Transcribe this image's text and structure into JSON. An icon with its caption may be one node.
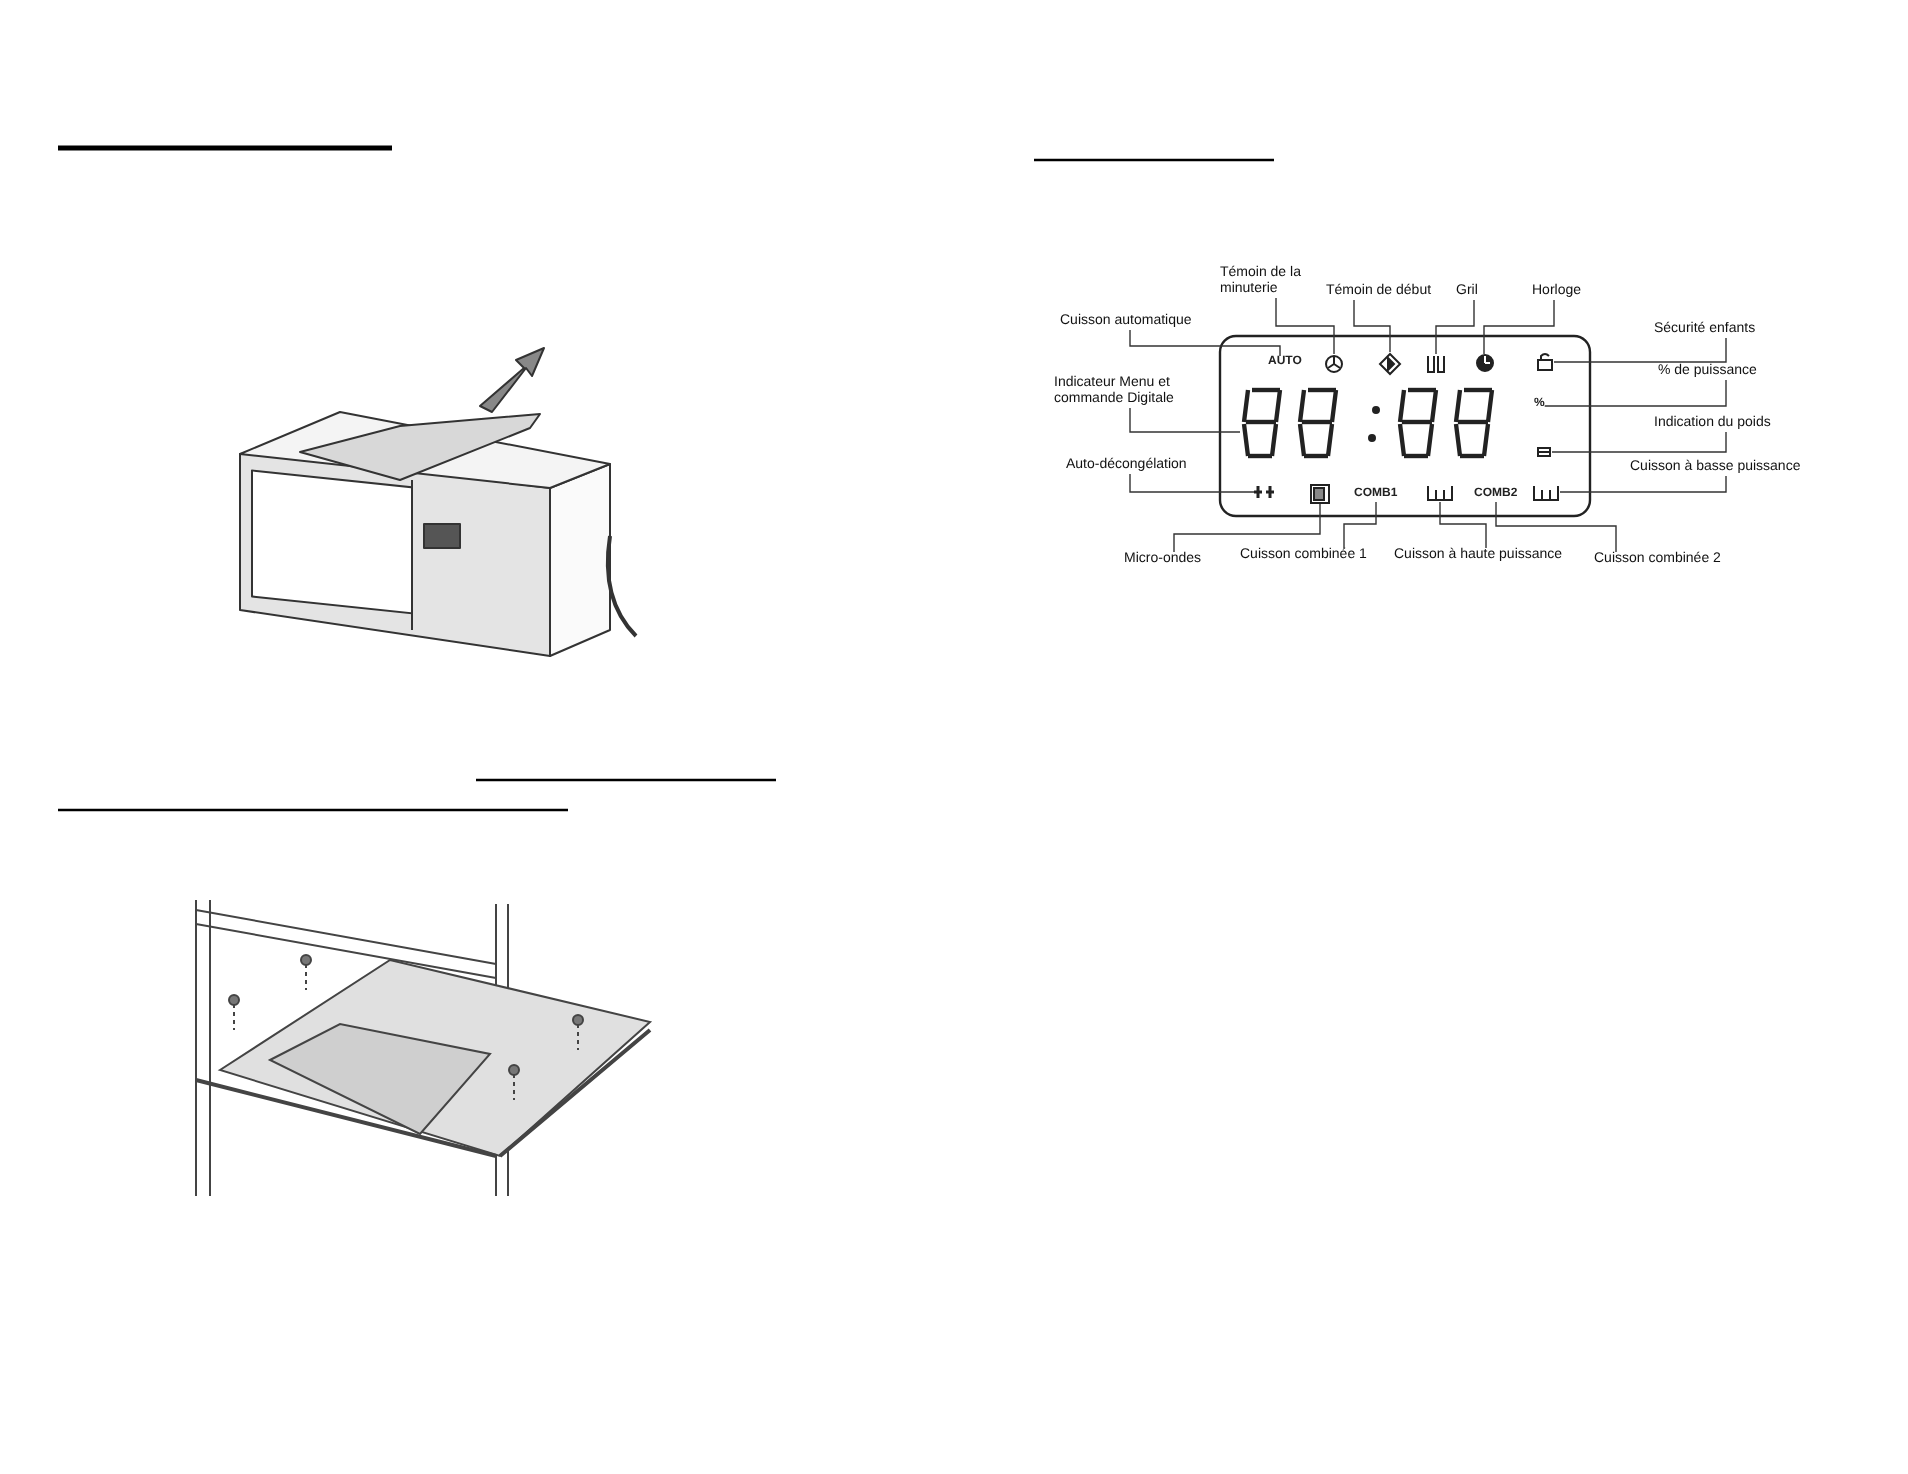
{
  "diagram": {
    "nodes": [
      {
        "text": [
          "Témoin de la minuterie"
        ]
      },
      {
        "text": [
          "Témoin de début"
        ]
      },
      {
        "text": [
          "Gril"
        ]
      },
      {
        "text": [
          "Horloge"
        ]
      },
      {
        "text": [
          "Cuisson automatique"
        ]
      },
      {
        "text": [
          "Sécurité enfants"
        ]
      },
      {
        "text": [
          "% de puissance"
        ]
      },
      {
        "text": [
          "Indicateur Menu et commande Digitale"
        ]
      },
      {
        "text": [
          "Indication du poids"
        ]
      },
      {
        "text": [
          "Auto-décongélation"
        ]
      },
      {
        "text": [
          "Cuisson à basse puissance"
        ]
      },
      {
        "text": [
          "Micro-ondes"
        ]
      },
      {
        "text": [
          "Cuisson combinée 1"
        ]
      },
      {
        "text": [
          "Cuisson à haute puissance"
        ]
      },
      {
        "text": [
          "Cuisson combinée 2"
        ]
      },
      {
        "text": [
          "AUTO"
        ]
      },
      {
        "text": [],
        "shape": "circle"
      },
      {
        "text": [],
        "shape": "diamond"
      },
      {
        "text": [],
        "shape": "coil"
      },
      {
        "text": [],
        "shape": "circle"
      },
      {
        "text": [],
        "shape": "padlock"
      },
      {
        "text": [],
        "shape": "display"
      },
      {
        "text": [
          "%"
        ]
      },
      {
        "text": [],
        "shape": "weight"
      },
      {
        "text": [],
        "shape": "snowflake"
      },
      {
        "text": [],
        "shape": "box"
      },
      {
        "text": [
          "COMB1"
        ]
      },
      {
        "text": [],
        "shape": "pan"
      },
      {
        "text": [
          "COMB2"
        ]
      },
      {
        "text": [],
        "shape": "pan"
      }
    ],
    "edges": [
      {
        "from": 0,
        "to": 16,
        "arrow": "none"
      },
      {
        "from": 1,
        "to": 17,
        "arrow": "none"
      },
      {
        "from": 2,
        "to": 18,
        "arrow": "none"
      },
      {
        "from": 3,
        "to": 19,
        "arrow": "none"
      },
      {
        "from": 4,
        "to": 15,
        "arrow": "none"
      },
      {
        "from": 5,
        "to": 20,
        "arrow": "none"
      },
      {
        "from": 6,
        "to": 22,
        "arrow": "none"
      },
      {
        "from": 7,
        "to": 21,
        "arrow": "none"
      },
      {
        "from": 8,
        "to": 23,
        "arrow": "none"
      },
      {
        "from": 9,
        "to": 24,
        "arrow": "none"
      },
      {
        "from": 10,
        "to": 29,
        "arrow": "none"
      },
      {
        "from": 11,
        "to": 25,
        "arrow": "none"
      },
      {
        "from": 12,
        "to": 26,
        "arrow": "none"
      },
      {
        "from": 13,
        "to": 27,
        "arrow": "none"
      },
      {
        "from": 14,
        "to": 28,
        "arrow": "none"
      }
    ]
  }
}
